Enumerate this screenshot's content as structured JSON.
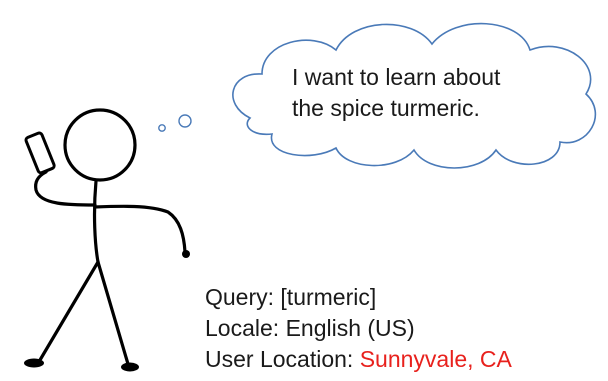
{
  "thought_bubble": {
    "lines": [
      "I want to learn about",
      "the spice turmeric."
    ]
  },
  "info": {
    "query_label": "Query:",
    "query_value": "[turmeric]",
    "locale_label": "Locale:",
    "locale_value": "English (US)",
    "location_label": "User Location:",
    "location_value": "Sunnyvale, CA"
  },
  "colors": {
    "bubble_outline": "#4a7ab8",
    "figure": "#000000",
    "location_highlight": "#e8211d"
  }
}
